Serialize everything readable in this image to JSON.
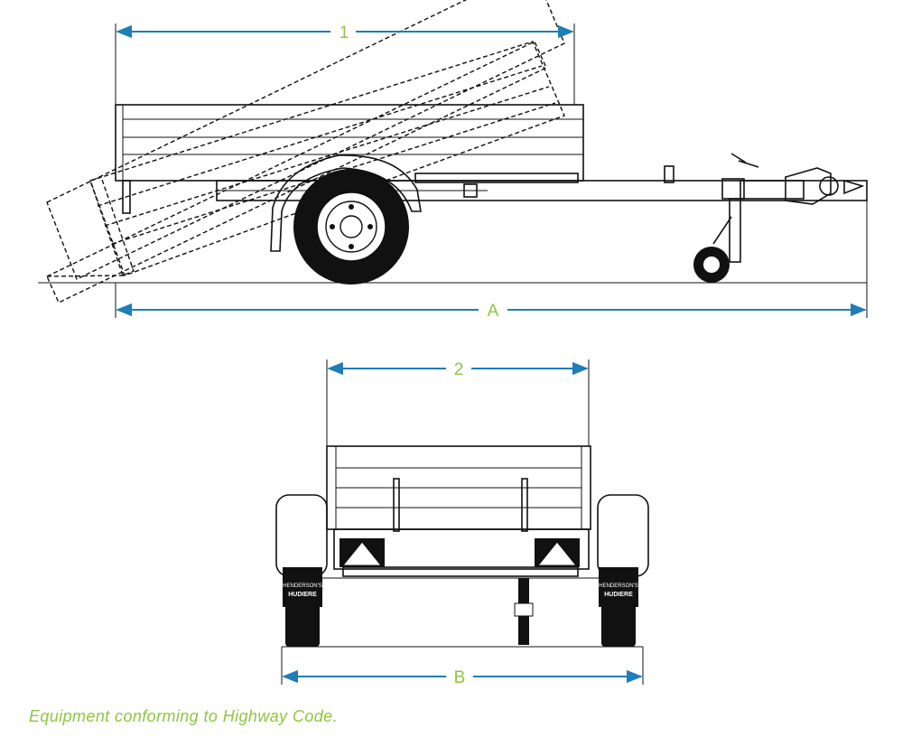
{
  "colors": {
    "dimension": "#1f7db8",
    "label": "#8cc63f",
    "caption": "#8cc63f",
    "line": "#111111"
  },
  "dimensions": {
    "one": {
      "label": "1"
    },
    "a": {
      "label": "A"
    },
    "two": {
      "label": "2"
    },
    "b": {
      "label": "B"
    }
  },
  "mudflap_text": [
    "HENDERSON'S",
    "HUDIERE"
  ],
  "caption": "Equipment conforming to Highway Code."
}
